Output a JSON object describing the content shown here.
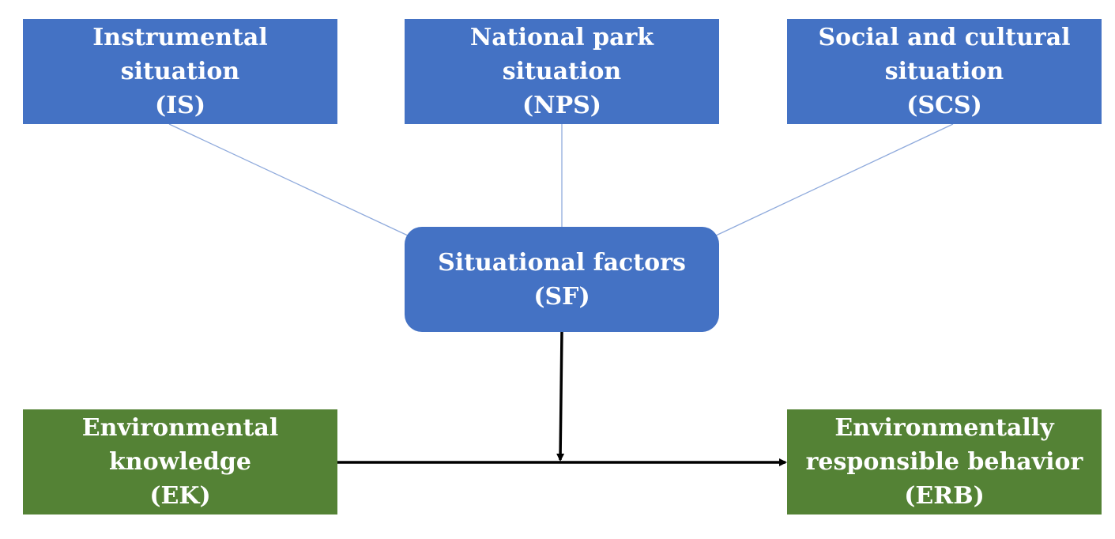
{
  "colors": {
    "situation_fill": "#4472c4",
    "outcome_fill": "#548235",
    "text": "#ffffff",
    "connector_thin": "#8faadc",
    "arrow": "#000000"
  },
  "nodes": {
    "is": {
      "lines": [
        "Instrumental",
        "situation",
        "(IS)"
      ]
    },
    "nps": {
      "lines": [
        "National park",
        "situation",
        "(NPS)"
      ]
    },
    "scs": {
      "lines": [
        "Social and cultural",
        "situation",
        "(SCS)"
      ]
    },
    "sf": {
      "lines": [
        "Situational factors",
        "(SF)"
      ]
    },
    "ek": {
      "lines": [
        "Environmental",
        "knowledge",
        "(EK)"
      ]
    },
    "erb": {
      "lines": [
        "Environmentally",
        "responsible behavior",
        "(ERB)"
      ]
    }
  },
  "edges": [
    {
      "from": "is",
      "to": "sf",
      "style": "line"
    },
    {
      "from": "nps",
      "to": "sf",
      "style": "line"
    },
    {
      "from": "scs",
      "to": "sf",
      "style": "line"
    },
    {
      "from": "ek",
      "to": "erb",
      "style": "arrow"
    },
    {
      "from": "sf",
      "to": "ek-erb-path",
      "style": "arrow"
    }
  ]
}
